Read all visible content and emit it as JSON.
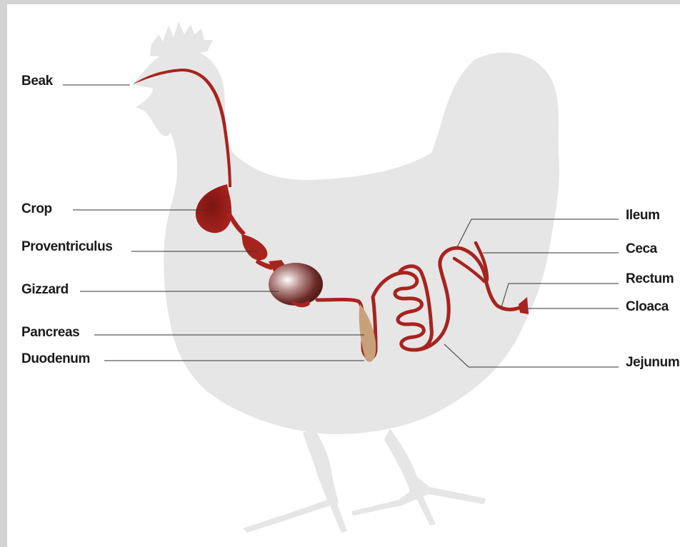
{
  "labels": {
    "beak": "Beak",
    "crop": "Crop",
    "proventriculus": "Proventriculus",
    "gizzard": "Gizzard",
    "pancreas": "Pancreas",
    "duodenum": "Duodenum",
    "ileum": "Ileum",
    "ceca": "Ceca",
    "rectum": "Rectum",
    "cloaca": "Cloaca",
    "jejunum": "Jejunum"
  },
  "colors": {
    "page_frame": "#d3d3d3",
    "background": "#ffffff",
    "silhouette": "#e6e6e6",
    "tract": "#a8231e",
    "tract_dark": "#7a1512",
    "pancreas": "#c8a07a",
    "gizzard": "#5a2524",
    "leader_line": "#333333"
  }
}
